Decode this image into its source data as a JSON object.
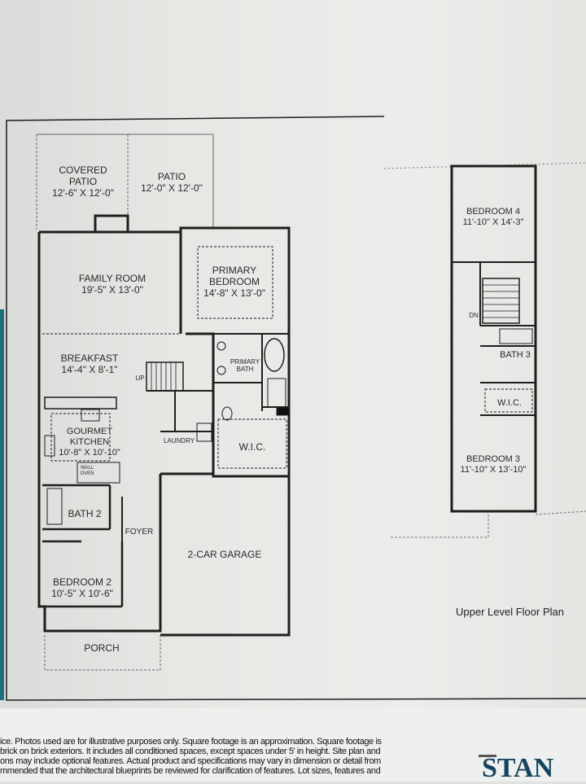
{
  "main_floor": {
    "rooms": [
      {
        "name": "COVERED\nPATIO",
        "dims": "12'-6\" X 12'-0\""
      },
      {
        "name": "PATIO",
        "dims": "12'-0\" X 12'-0\""
      },
      {
        "name": "FAMILY ROOM",
        "dims": "19'-5\" X 13'-0\""
      },
      {
        "name": "PRIMARY\nBEDROOM",
        "dims": "14'-8\" X 13'-0\""
      },
      {
        "name": "BREAKFAST",
        "dims": "14'-4\" X 8'-1\""
      },
      {
        "name": "GOURMET\nKITCHEN",
        "dims": "10'-8\" X 10'-10\""
      },
      {
        "name": "BEDROOM 2",
        "dims": "10'-5\" X 10'-6\""
      }
    ],
    "labels": {
      "primary_bath": "PRIMARY BATH",
      "up": "UP",
      "laundry": "LAUNDRY",
      "wic": "W.I.C.",
      "wall_oven": "WALL OVEN",
      "bath2": "BATH 2",
      "foyer": "FOYER",
      "garage": "2-CAR GARAGE",
      "porch": "PORCH"
    }
  },
  "upper_floor": {
    "caption": "Upper Level Floor Plan",
    "rooms": [
      {
        "name": "BEDROOM 4",
        "dims": "11'-10\" X 14'-3\""
      },
      {
        "name": "BEDROOM 3",
        "dims": "11'-10\" X 13'-10\""
      }
    ],
    "labels": {
      "dn": "DN",
      "bath3": "BATH 3",
      "wic": "W.I.C."
    }
  },
  "disclaimer": [
    "ice. Photos used are for illustrative purposes only. Square footage is an approximation.  Square footage is",
    "brick on brick exteriors. It includes all conditioned spaces, except spaces under 5' in height. Site plan and",
    "ons may include optional features. Actual product and specifications may vary in dimension or detail from",
    "mmended that the architectural blueprints be reviewed for clarification of features. Lot sizes, features and"
  ],
  "brand": "STAN"
}
